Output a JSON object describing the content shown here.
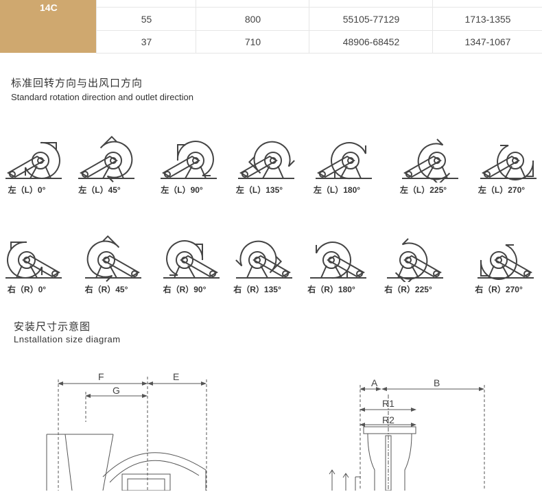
{
  "spec_table": {
    "model": "14C",
    "rows": [
      [
        "55",
        "800",
        "55105-77129",
        "1713-1355"
      ],
      [
        "37",
        "710",
        "48906-68452",
        "1347-1067"
      ]
    ]
  },
  "rotation_section": {
    "title_cn": "标准回转方向与出风口方向",
    "title_en": "Standard rotation direction and outlet direction",
    "left_labels": [
      "左（L）0°",
      "左（L）45°",
      "左（L）90°",
      "左（L）135°",
      "左（L）180°",
      "左（L）225°",
      "左（L）270°"
    ],
    "right_labels": [
      "右（R）0°",
      "右（R）45°",
      "右（R）90°",
      "右（R）135°",
      "右（R）180°",
      "右（R）225°",
      "右（R）270°"
    ]
  },
  "install_section": {
    "title_cn": "安装尺寸示意图",
    "title_en": "Lnstallation size diagram",
    "dim_labels": {
      "F": "F",
      "E": "E",
      "G": "G",
      "A": "A",
      "B": "B",
      "R1": "R1",
      "R2": "R2"
    }
  },
  "colors": {
    "model_bg": "#cfa86f",
    "line": "#555555"
  }
}
